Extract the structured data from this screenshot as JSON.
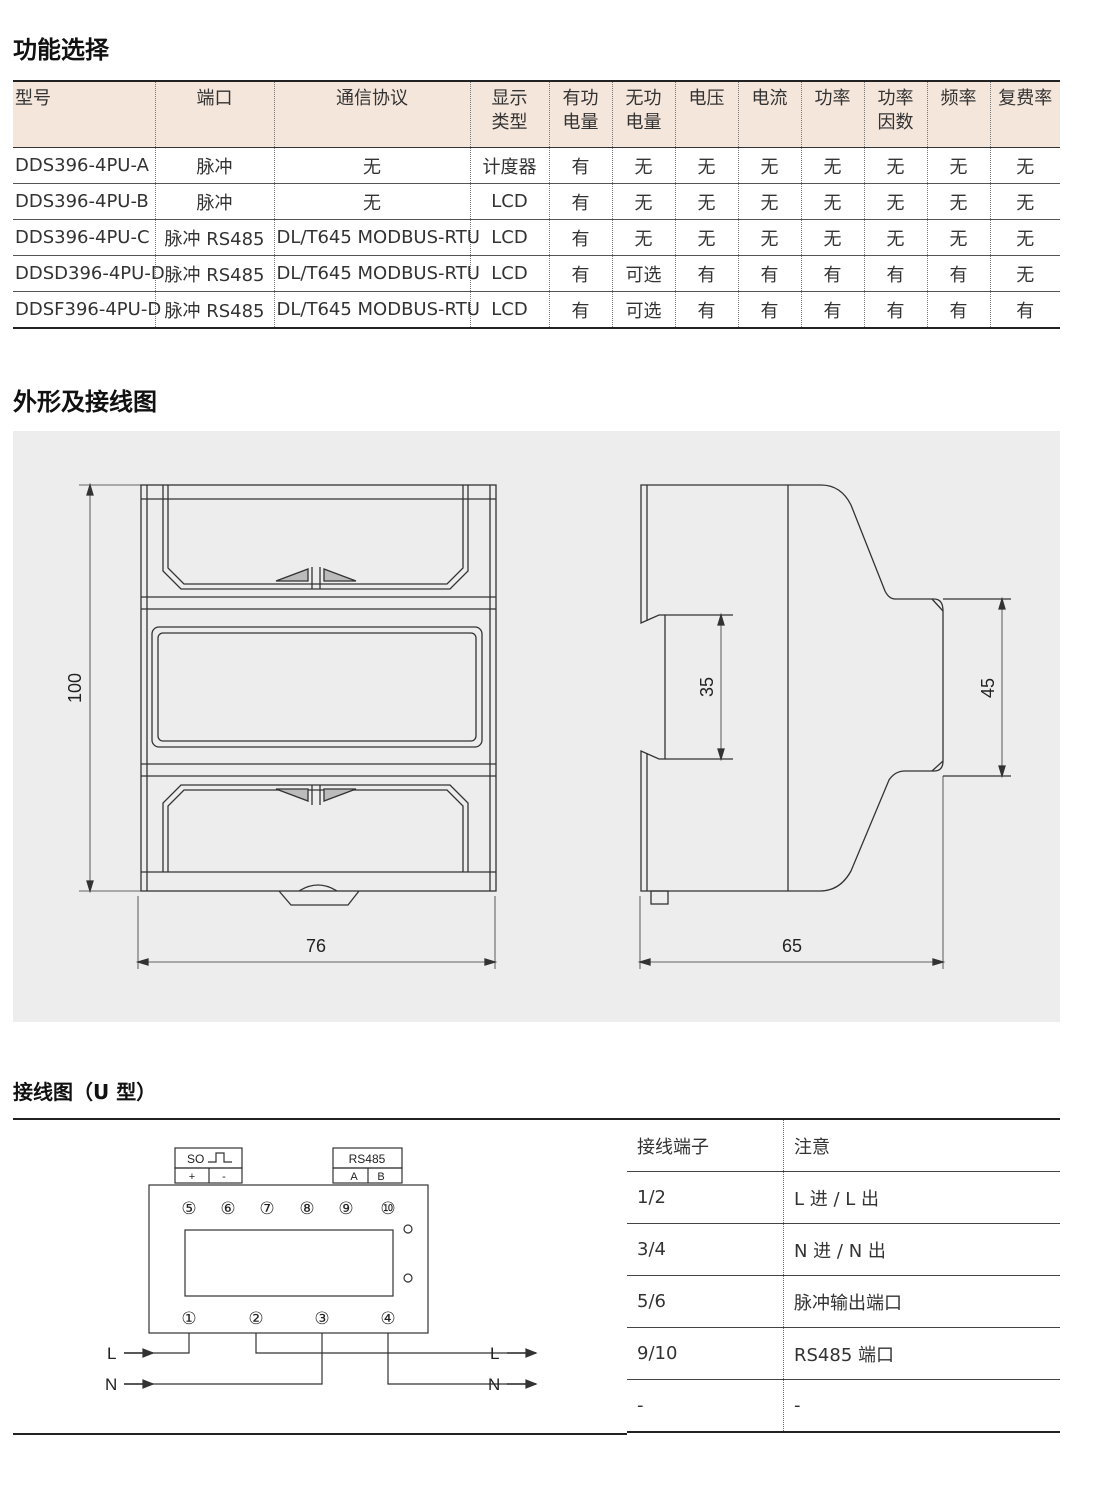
{
  "sections": {
    "function_title": "功能选择",
    "outline_title": "外形及接线图",
    "wiring_title": "接线图（U 型）"
  },
  "function_table": {
    "headers": [
      "型号",
      "端口",
      "通信协议",
      "显示\n类型",
      "有功\n电量",
      "无功\n电量",
      "电压",
      "电流",
      "功率",
      "功率\n因数",
      "频率",
      "复费率"
    ],
    "rows": [
      [
        "DDS396-4PU-A",
        "脉冲",
        "无",
        "计度器",
        "有",
        "无",
        "无",
        "无",
        "无",
        "无",
        "无",
        "无"
      ],
      [
        "DDS396-4PU-B",
        "脉冲",
        "无",
        "LCD",
        "有",
        "无",
        "无",
        "无",
        "无",
        "无",
        "无",
        "无"
      ],
      [
        "DDS396-4PU-C",
        "脉冲 RS485",
        "DL/T645 MODBUS-RTU",
        "LCD",
        "有",
        "无",
        "无",
        "无",
        "无",
        "无",
        "无",
        "无"
      ],
      [
        "DDSD396-4PU-D",
        "脉冲 RS485",
        "DL/T645 MODBUS-RTU",
        "LCD",
        "有",
        "可选",
        "有",
        "有",
        "有",
        "有",
        "有",
        "无"
      ],
      [
        "DDSF396-4PU-D",
        "脉冲 RS485",
        "DL/T645 MODBUS-RTU",
        "LCD",
        "有",
        "可选",
        "有",
        "有",
        "有",
        "有",
        "有",
        "有"
      ]
    ]
  },
  "dimensions": {
    "height": "100",
    "width": "76",
    "depth": "65",
    "rail": "35",
    "front": "45"
  },
  "wiring_diagram": {
    "so_label": "SO",
    "so_plus": "+",
    "so_minus": "-",
    "rs485_label": "RS485",
    "rs485_a": "A",
    "rs485_b": "B",
    "top_terminals": [
      "⑤",
      "⑥",
      "⑦",
      "⑧",
      "⑨",
      "⑩"
    ],
    "bottom_terminals": [
      "①",
      "②",
      "③",
      "④"
    ],
    "left_l": "L",
    "left_n": "N",
    "right_l": "L",
    "right_n": "N"
  },
  "wiring_table": {
    "headers": [
      "接线端子",
      "注意"
    ],
    "rows": [
      [
        "1/2",
        "L 进 / L 出"
      ],
      [
        "3/4",
        "N 进 / N 出"
      ],
      [
        "5/6",
        "脉冲输出端口"
      ],
      [
        "9/10",
        "RS485 端口"
      ],
      [
        "-",
        "-"
      ]
    ]
  }
}
